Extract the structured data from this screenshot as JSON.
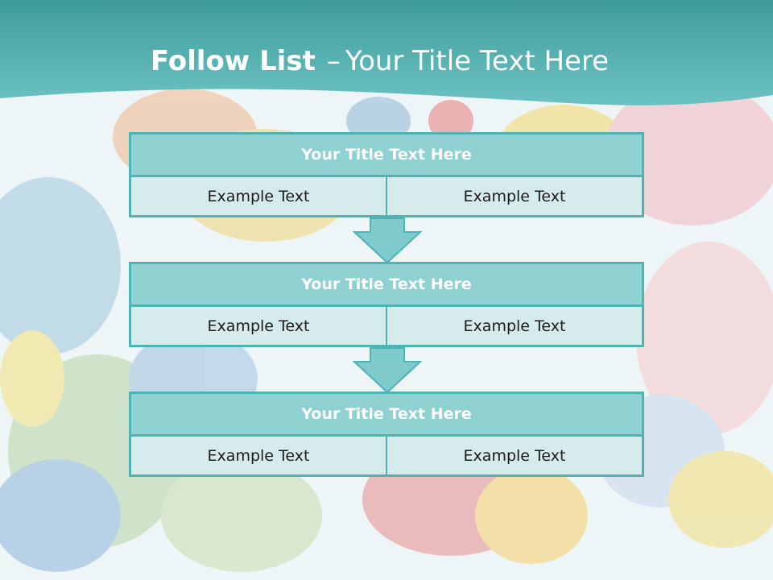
{
  "slide": {
    "title_bold": "Follow List",
    "title_separator": "–",
    "title_rest": "Your Title Text Here"
  },
  "steps": [
    {
      "heading": "Your Title Text Here",
      "left": "Example Text",
      "right": "Example Text"
    },
    {
      "heading": "Your Title Text Here",
      "left": "Example Text",
      "right": "Example Text"
    },
    {
      "heading": "Your Title Text Here",
      "left": "Example Text",
      "right": "Example Text"
    }
  ],
  "colors": {
    "banner": "#5cb8b8",
    "header_fill": "#8fd0d0",
    "cell_fill": "#d6ecec",
    "border": "#4db3b3",
    "arrow_fill": "#7fcaca"
  }
}
